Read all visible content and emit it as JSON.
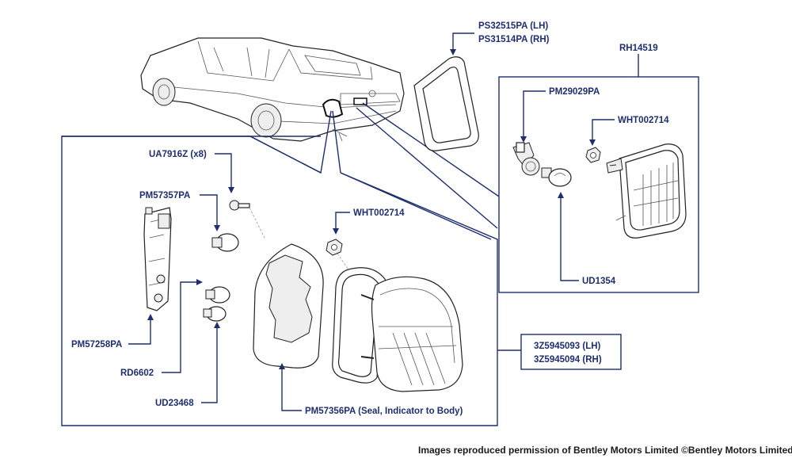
{
  "labels": {
    "ps32515": "PS32515PA (LH)",
    "ps31514": "PS31514PA (RH)",
    "rh14519": "RH14519",
    "pm29029": "PM29029PA",
    "wht_right": "WHT002714",
    "ua7916": "UA7916Z (x8)",
    "pm57357": "PM57357PA",
    "wht_left": "WHT002714",
    "pm57258": "PM57258PA",
    "rd6602": "RD6602",
    "ud23468": "UD23468",
    "pm57356": "PM57356PA (Seal, Indicator to Body)",
    "ud1354": "UD1354",
    "lamp_lh": "3Z5945093 (LH)",
    "lamp_rh": "3Z5945094 (RH)"
  },
  "footer": "Images reproduced permission of Bentley Motors Limited ©Bentley Motors Limited",
  "colors": {
    "callout": "#1f2f6e",
    "part_outline": "#222222"
  }
}
